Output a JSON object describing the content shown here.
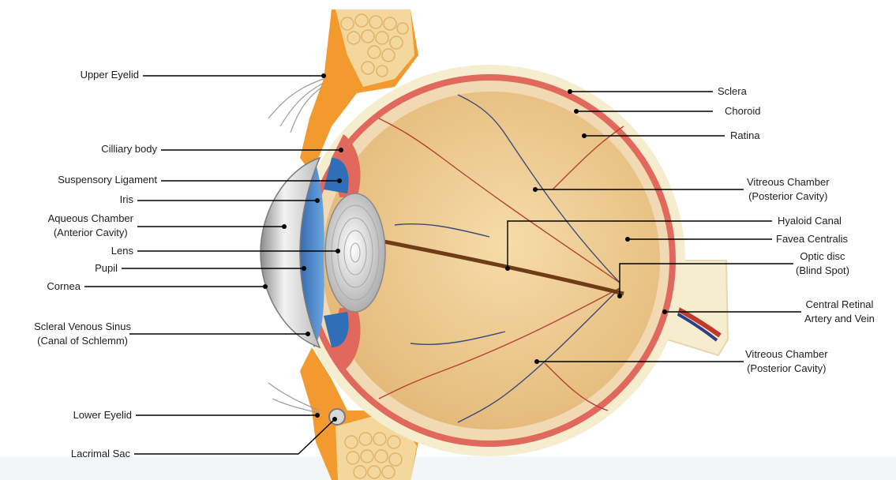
{
  "labels": {
    "upper_eyelid": "Upper Eyelid",
    "ciliary_body": "Cilliary body",
    "suspensory_ligament": "Suspensory Ligament",
    "iris": "Iris",
    "aqueous_chamber": "Aqueous Chamber",
    "aqueous_chamber_sub": "(Anterior Cavity)",
    "lens": "Lens",
    "pupil": "Pupil",
    "cornea": "Cornea",
    "scleral_venous_sinus": "Scleral Venous Sinus",
    "scleral_venous_sinus_sub": "(Canal of Schlemm)",
    "lower_eyelid": "Lower Eyelid",
    "lacrimal_sac": "Lacrimal Sac",
    "sclera": "Sclera",
    "choroid": "Choroid",
    "retina": "Ratina",
    "vitreous_upper": "Vitreous Chamber",
    "vitreous_upper_sub": "(Posterior Cavity)",
    "hyaloid_canal": "Hyaloid Canal",
    "fovea_centralis": "Favea Centralis",
    "optic_disc": "Optic disc",
    "optic_disc_sub": "(Blind Spot)",
    "central_retinal": "Central Retinal",
    "central_retinal_sub": "Artery and Vein",
    "vitreous_lower": "Vitreous Chamber",
    "vitreous_lower_sub": "(Posterior Cavity)"
  },
  "colors": {
    "sclera": "#f6edcf",
    "choroid": "#e0685c",
    "vitreous": "#efcf97",
    "eyelid": "#f29a2e",
    "fat": "#f3d79c",
    "iris": "#3f7fc4",
    "lens": "#d6d6d6",
    "leader_line": "#000000",
    "artery": "#c0392b",
    "vein": "#2c3e8c"
  }
}
